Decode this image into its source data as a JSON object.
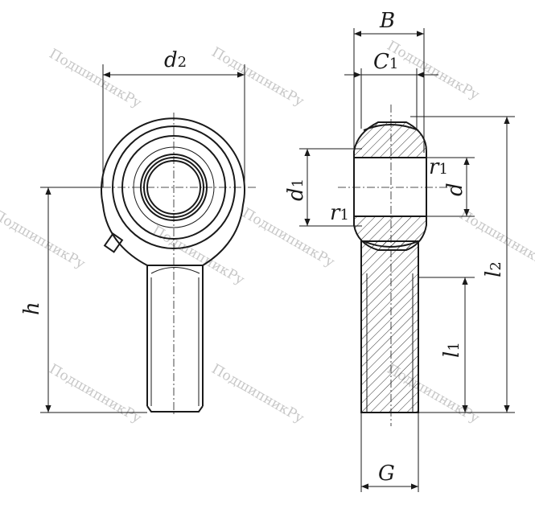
{
  "watermark": "ПодшипникРу",
  "labels": {
    "d2": {
      "main": "d",
      "sub": "2"
    },
    "h": {
      "main": "h"
    },
    "B": {
      "main": "B"
    },
    "C1": {
      "main": "C",
      "sub": "1"
    },
    "r1_top": {
      "main": "r",
      "sub": "1"
    },
    "r1_left": {
      "main": "r",
      "sub": "1"
    },
    "d1": {
      "main": "d",
      "sub": "1"
    },
    "d": {
      "main": "d"
    },
    "l2": {
      "main": "l",
      "sub": "2"
    },
    "l1": {
      "main": "l",
      "sub": "1"
    },
    "G": {
      "main": "G"
    }
  },
  "colors": {
    "ink": "#1a1a1a",
    "watermark": "#c8c8c8"
  }
}
